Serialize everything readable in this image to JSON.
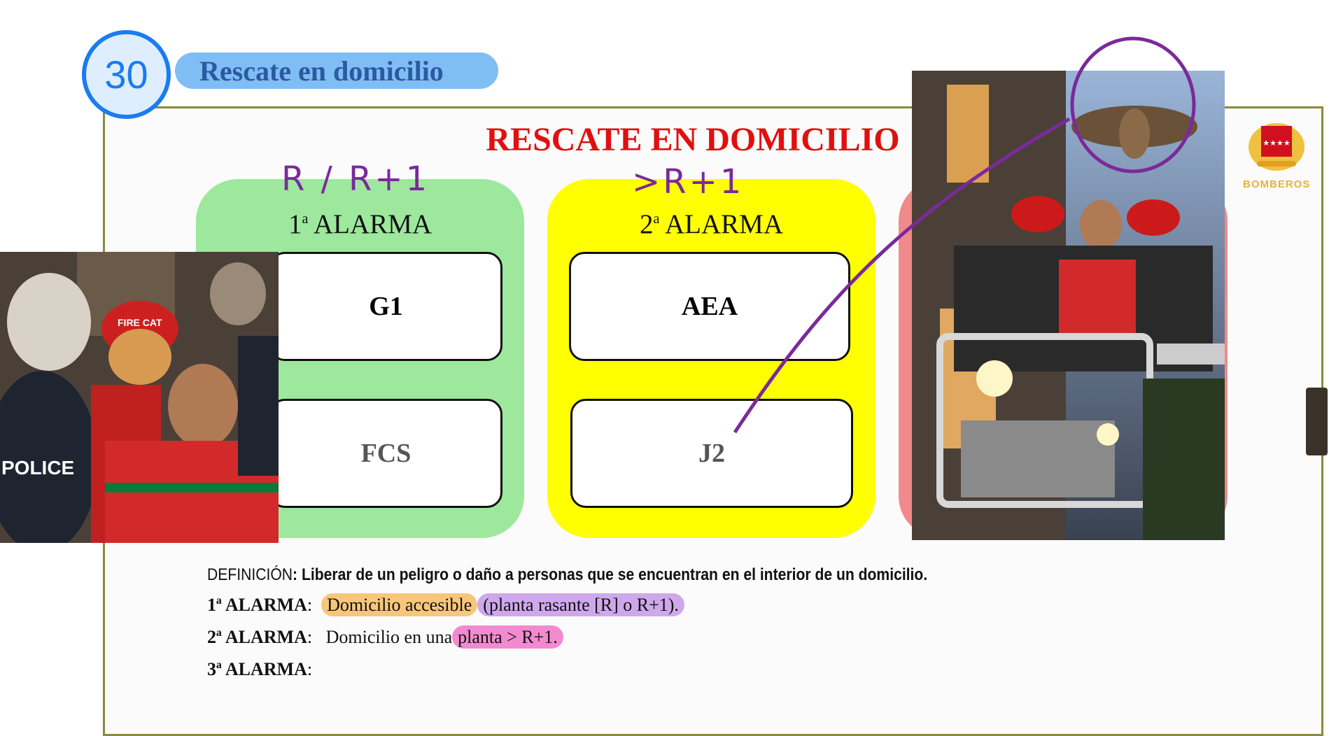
{
  "header": {
    "number": "30",
    "title": "Rescate en domicilio"
  },
  "slide": {
    "title": "RESCATE EN DOMICILIO",
    "panels": [
      {
        "label": "ALARMA",
        "ordinal": "1",
        "sup": "a",
        "annotation": "R / R+1",
        "boxes": [
          "G1",
          "FCS"
        ],
        "color": "#9de89d"
      },
      {
        "label": "ALARMA",
        "ordinal": "2",
        "sup": "a",
        "annotation": ">R+1",
        "boxes": [
          "AEA",
          "J2"
        ],
        "color": "#ffff00"
      },
      {
        "color": "#f08a8a"
      }
    ],
    "logo_text": "BOMBEROS",
    "definition": {
      "label": "DEFINICIÓN",
      "text": "Liberar de un peligro o daño a personas que se encuentran en el interior de un domicilio."
    },
    "alarms": [
      {
        "label": "1ª ALARMA",
        "parts": [
          "Domicilio accesible",
          "(planta rasante [R] o R+1)."
        ]
      },
      {
        "label": "2ª ALARMA",
        "parts": [
          "Domicilio en una",
          "planta > R+1."
        ]
      },
      {
        "label": "3ª ALARMA"
      }
    ]
  },
  "images": {
    "left_badge": "FIRE CAT",
    "left_police": "POLICE"
  },
  "colors": {
    "accent": "#1a7cf0",
    "title_red": "#e01010",
    "annotation": "#7a2a9a",
    "hl_orange": "#f6c77a",
    "hl_purple": "#cfa8ec",
    "hl_pink": "#f28ad0"
  }
}
